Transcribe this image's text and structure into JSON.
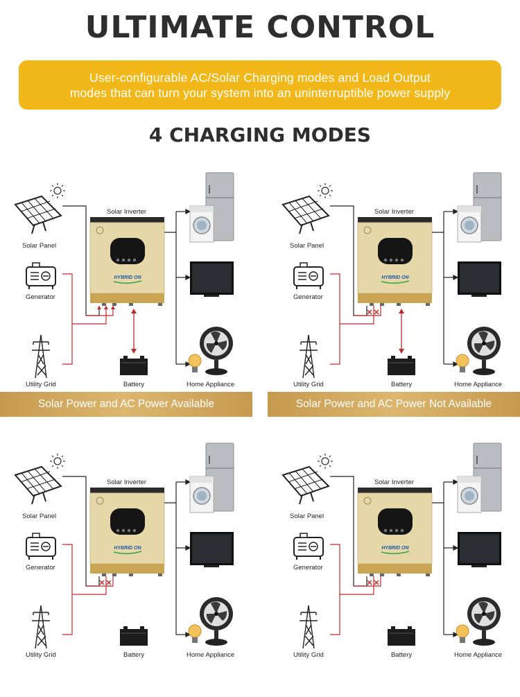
{
  "header": {
    "title": "ULTIMATE CONTROL",
    "banner_line1": "User-configurable AC/Solar Charging modes and Load Output",
    "banner_line2": "modes that can turn your system into an uninterruptible power supply",
    "subtitle": "4 CHARGING MODES"
  },
  "labels": {
    "solar_panel": "Solar Panel",
    "generator": "Generator",
    "utility_grid": "Utility Grid",
    "solar_inverter": "Solar Inverter",
    "battery": "Battery",
    "home_appliance": "Home Appliance",
    "inverter_brand": "HYBRID ON"
  },
  "panels": [
    {
      "caption": "Solar Power and AC Power Available"
    },
    {
      "caption": "Solar Power and AC Power Not Available"
    },
    {
      "caption": ""
    },
    {
      "caption": ""
    }
  ],
  "colors": {
    "banner": "#f2b81a",
    "caption_bar": "#cfa55a",
    "inverter_body": "#e2d4a4",
    "inverter_base": "#c9a755",
    "ac_line": "#c0282b"
  }
}
